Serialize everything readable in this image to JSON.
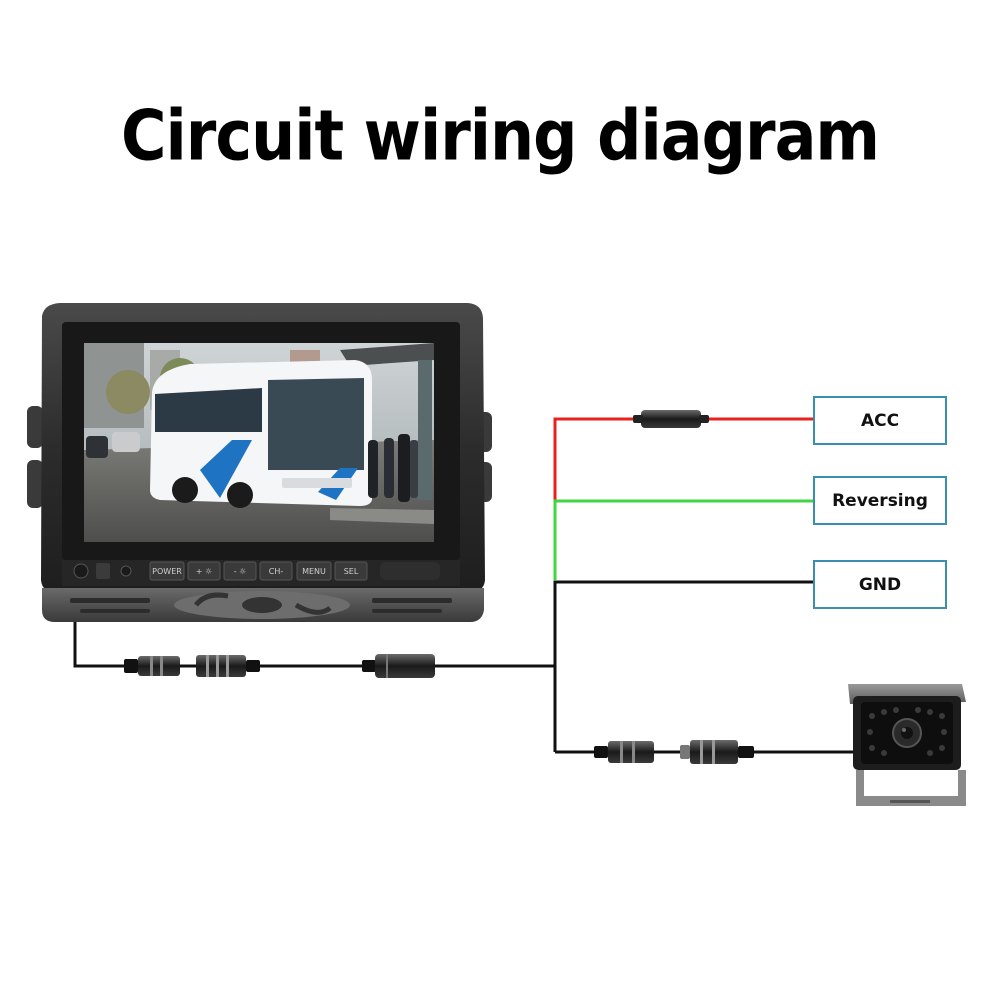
{
  "title": "Circuit wiring diagram",
  "labels": {
    "acc": "ACC",
    "reversing": "Reversing",
    "gnd": "GND"
  },
  "monitor_buttons": [
    "POWER",
    "+ ☼",
    "- ☼",
    "CH-",
    "MENU",
    "SEL"
  ],
  "colors": {
    "acc_wire": "#e8201e",
    "reversing_wire": "#3fd63f",
    "gnd_wire": "#111111",
    "label_border": "#3a8fb0"
  },
  "icons": {
    "monitor": "monitor-icon",
    "camera": "backup-camera-icon",
    "fuse": "fuse-holder-icon",
    "connector": "aviation-connector-icon"
  }
}
